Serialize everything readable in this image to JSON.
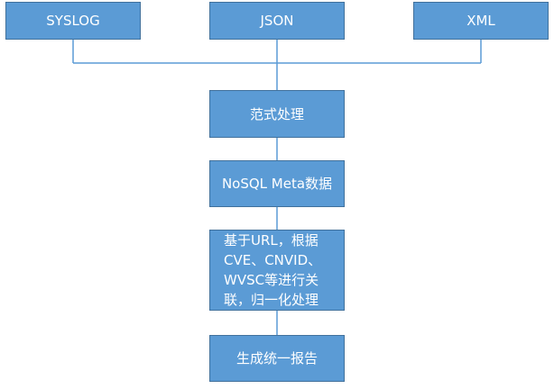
{
  "diagram": {
    "inputs": [
      {
        "label": "SYSLOG"
      },
      {
        "label": "JSON"
      },
      {
        "label": "XML"
      }
    ],
    "steps": [
      {
        "label": "范式处理"
      },
      {
        "label": "NoSQL Meta数据"
      },
      {
        "label": "基于URL，根据\nCVE、CNVID、\nWVSC等进行关\n联，归一化处理"
      },
      {
        "label": "生成统一报告"
      }
    ],
    "colors": {
      "box_fill": "#5b9bd5",
      "box_border": "#41719c",
      "connector": "#5b9bd5",
      "text": "#ffffff"
    }
  }
}
